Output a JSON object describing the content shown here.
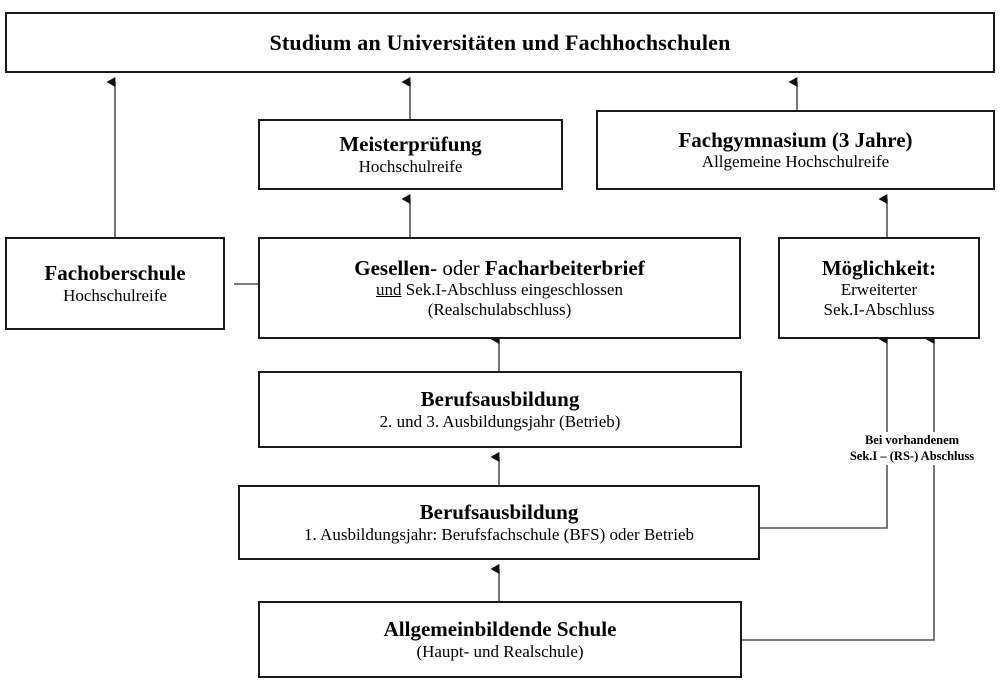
{
  "diagram": {
    "title_text": "Studium an Universitäten und Fachhochschulen",
    "nodes": {
      "studium": {
        "heading": "Studium an Universitäten und Fachhochschulen"
      },
      "meisterpruefung": {
        "heading": "Meisterprüfung",
        "sub": "Hochschulreife"
      },
      "fachgymnasium": {
        "heading": "Fachgymnasium (3 Jahre)",
        "sub": "Allgemeine Hochschulreife"
      },
      "fachoberschule": {
        "heading": "Fachoberschule",
        "sub": "Hochschulreife"
      },
      "gesellenbrief": {
        "heading_part1": "Gesellen-",
        "heading_part2": " oder ",
        "heading_part3": "Facharbeiterbrief",
        "sub_underlined": "und",
        "sub_rest": " Sek.I-Abschluss eingeschlossen",
        "sub2": "(Realschulabschluss)"
      },
      "moeglichkeit": {
        "heading": "Möglichkeit:",
        "sub": "Erweiterter",
        "sub2": "Sek.I-Abschluss"
      },
      "berufsausbildung_23": {
        "heading": "Berufsausbildung",
        "sub": "2. und 3. Ausbildungsjahr (Betrieb)"
      },
      "berufsausbildung_1": {
        "heading": "Berufsausbildung",
        "sub": "1. Ausbildungsjahr: Berufsfachschule (BFS) oder Betrieb"
      },
      "allgemeinbildende_schule": {
        "heading": "Allgemeinbildende Schule",
        "sub": "(Haupt- und Realschule)"
      }
    },
    "annotations": {
      "bedingung_line1": "Bei vorhandenem",
      "bedingung_line2": "Sek.I – (RS-) Abschluss"
    },
    "colors": {
      "line": "#555555",
      "border": "#1a1a1a",
      "text": "#000000",
      "background": "#ffffff"
    }
  }
}
